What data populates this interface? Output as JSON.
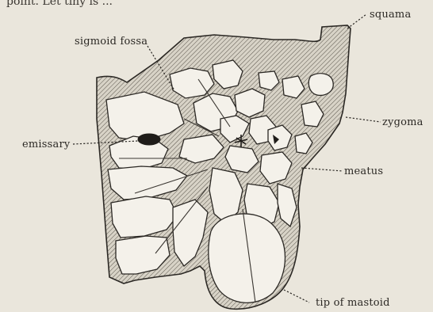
{
  "header_fragment": "point. Let tiny is ...",
  "labels": {
    "squama": "squama",
    "sigmoid_fossa": "sigmoid fossa",
    "zygoma": "zygoma",
    "emissary": "emissary",
    "meatus": "meatus",
    "tip_of_mastoid": "tip of mastoid"
  }
}
